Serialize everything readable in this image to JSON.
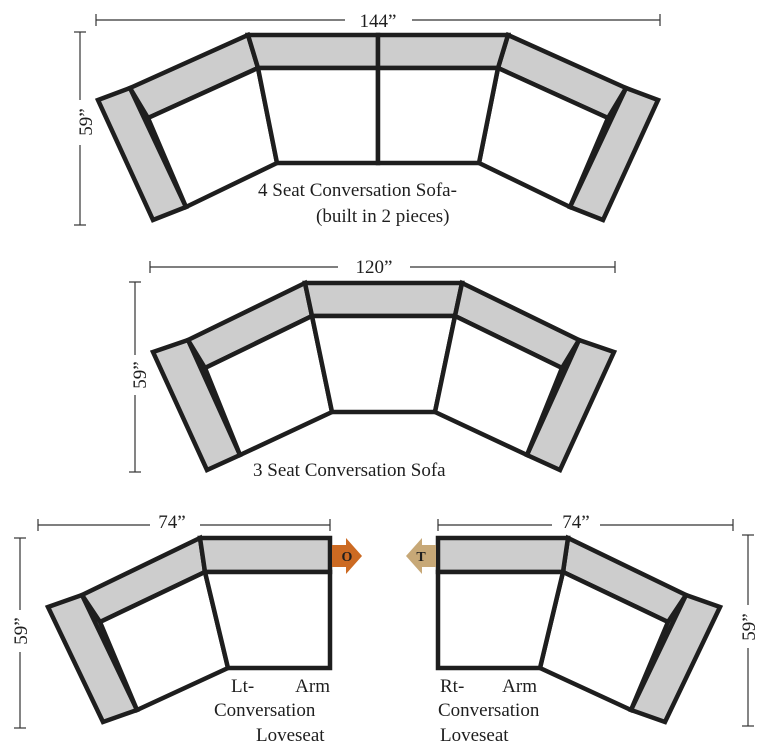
{
  "colors": {
    "upholstery_gray": "#cdcdcd",
    "outline": "#1e1e1e",
    "arrow_o": "#cc6a22",
    "arrow_t": "#c7a877"
  },
  "sofa4": {
    "width": "144”",
    "depth": "59”",
    "label_line1": "4 Seat Conversation Sofa-",
    "label_line2": "(built in 2 pieces)"
  },
  "sofa3": {
    "width": "120”",
    "depth": "59”",
    "label": "3 Seat Conversation Sofa"
  },
  "loveseat_left": {
    "width": "74”",
    "depth": "59”",
    "label_a": "Lt-",
    "label_b": "Arm",
    "label_c": "Conversation",
    "label_d": "Loveseat",
    "arrow_letter": "O"
  },
  "loveseat_right": {
    "width": "74”",
    "depth": "59”",
    "label_a": "Rt-",
    "label_b": "Arm",
    "label_c": "Conversation",
    "label_d": "Loveseat",
    "arrow_letter": "T"
  }
}
